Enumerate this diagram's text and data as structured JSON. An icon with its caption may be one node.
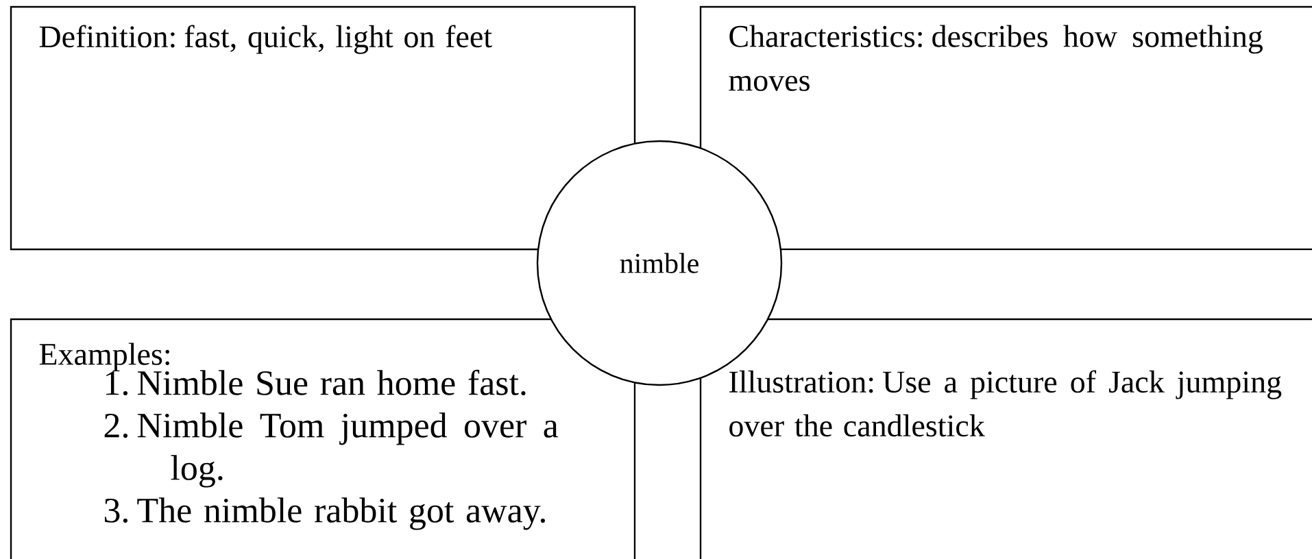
{
  "diagram": {
    "nodes": [
      {
        "text": [
          "Definition:  fast, quick, light on feet"
        ]
      },
      {
        "text": [
          "Characteristics:  describes how something moves"
        ]
      },
      {
        "text": [
          "nimble"
        ]
      },
      {
        "text": [
          "Examples:",
          "1. Nimble Sue ran home fast.",
          "2. Nimble Tom jumped over a log.",
          "3. The nimble rabbit got away."
        ]
      },
      {
        "text": [
          "Illustration:  Use a picture of Jack jumping over the candlestick"
        ]
      }
    ]
  }
}
